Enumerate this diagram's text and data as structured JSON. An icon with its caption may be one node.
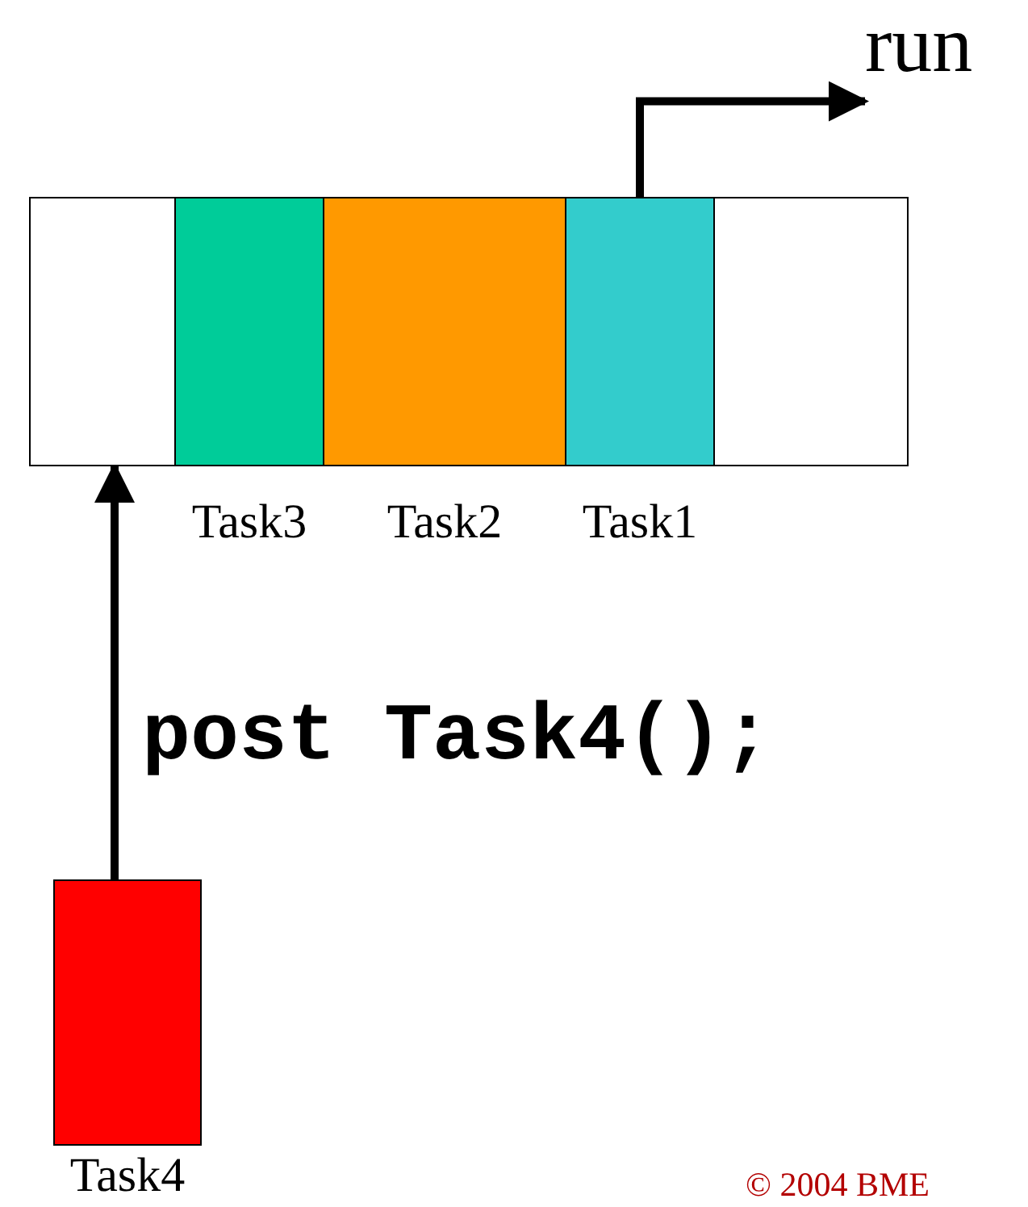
{
  "diagram": {
    "nodes": [
      {
        "text": [],
        "shape": "box"
      },
      {
        "text": [
          "Task3"
        ]
      },
      {
        "text": [
          "Task2"
        ]
      },
      {
        "text": [
          "Task1"
        ]
      },
      {
        "text": [],
        "shape": "box"
      },
      {
        "text": [
          "Task4"
        ]
      },
      {
        "text": [
          "run"
        ]
      }
    ],
    "edges": [
      {
        "from": 5,
        "to": 0,
        "arrow": "to"
      },
      {
        "from": 3,
        "to": 6,
        "arrow": "to"
      }
    ],
    "labels": [
      "post Task4();",
      "© 2004 BME"
    ]
  }
}
